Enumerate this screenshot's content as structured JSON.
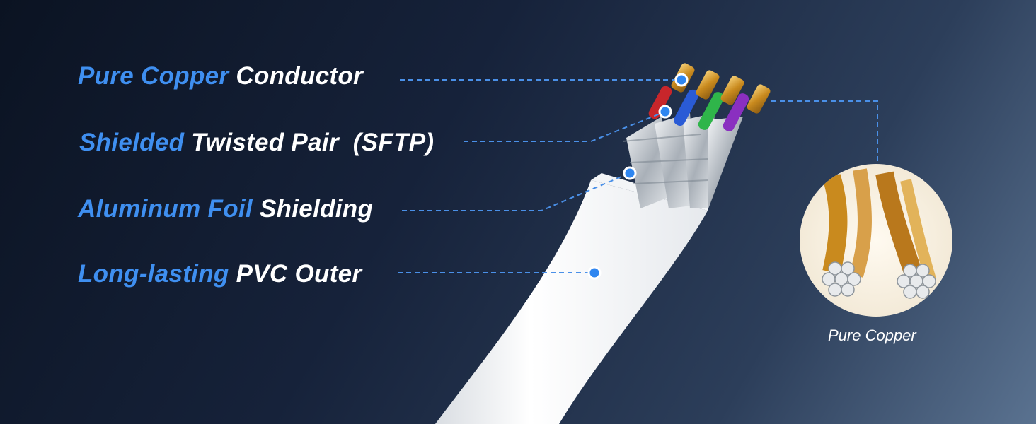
{
  "callouts": [
    {
      "highlight": "Pure Copper",
      "rest": " Conductor"
    },
    {
      "highlight": "Shielded",
      "rest": " Twisted Pair  (SFTP)"
    },
    {
      "highlight": "Aluminum Foil",
      "rest": " Shielding"
    },
    {
      "highlight": "Long-lasting",
      "rest": " PVC Outer"
    }
  ],
  "inset": {
    "caption": "Pure Copper"
  },
  "colors": {
    "accent": "#3f8ff0",
    "leader_line": "#4a90e8",
    "dot": "#2f86f0"
  },
  "wire_colors": [
    "#c8262b",
    "#2a5bd6",
    "#2fb54a",
    "#8a2fc0"
  ]
}
